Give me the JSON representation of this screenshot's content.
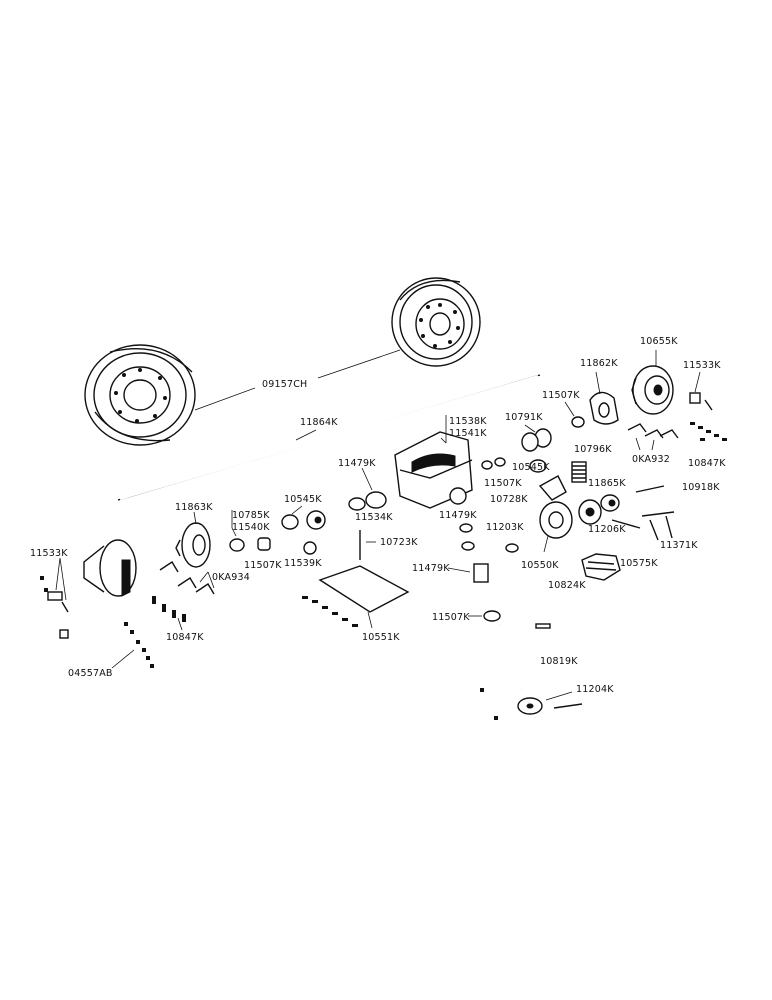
{
  "diagram": {
    "labels": {
      "wheels": "09157CH",
      "axle": "11864K",
      "hub_right": "10655K",
      "housing_cap": "11862K",
      "bolt_right": "11533K",
      "washer_top": "11507K",
      "bearing_a": "10791K",
      "housing_l1": "11538K",
      "housing_l2": "11541K",
      "spacer_a": "10545K",
      "spring": "10796K",
      "washer_mid": "11507K",
      "bushing_top": "11479K",
      "shift_fork": "10728K",
      "clips_right": "0KA932",
      "bolts_right": "10847K",
      "collar": "11865K",
      "links_right": "10918K",
      "hub_left": "11863K",
      "washer_left_1": "10785K",
      "washer_left_2": "11540K",
      "spacer_left": "10545K",
      "thrust": "11534K",
      "bushing_mid": "11479K",
      "gear_carrier": "11206K",
      "shims": "11203K",
      "pins_right": "11371K",
      "bolt_left": "11533K",
      "clips_left": "0KA934",
      "washer_small": "11507K",
      "bearing_b": "11539K",
      "pin_shaft": "10723K",
      "bushing_low": "11479K",
      "gear": "10550K",
      "fork_rod": "10575K",
      "bevel_gear": "10824K",
      "bolts_left": "10847K",
      "cover_plate": "10551K",
      "washer_low": "11507K",
      "shaft": "10819K",
      "bolt_kit": "04557AB",
      "pinion": "11204K"
    }
  }
}
